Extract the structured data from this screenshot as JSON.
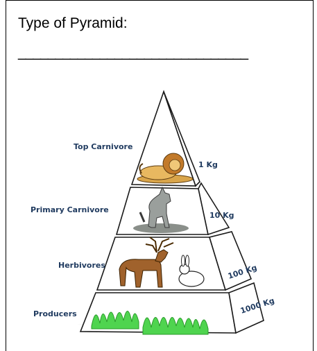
{
  "worksheet": {
    "prompt": "Type of Pyramid:",
    "answer_line": "_______________________________"
  },
  "pyramid": {
    "levels": [
      {
        "label": "Top Carnivore",
        "mass": "1 Kg",
        "organism": "lion"
      },
      {
        "label": "Primary Carnivore",
        "mass": "10 Kg",
        "organism": "wolf"
      },
      {
        "label": "Herbivores",
        "mass": "100 Kg",
        "organism": "deer and rabbit"
      },
      {
        "label": "Producers",
        "mass": "1000 Kg",
        "organism": "grass"
      }
    ]
  },
  "colors": {
    "label_text": "#1f3a5f",
    "grass": "#4fd44f",
    "outline": "#1a1a1a"
  }
}
